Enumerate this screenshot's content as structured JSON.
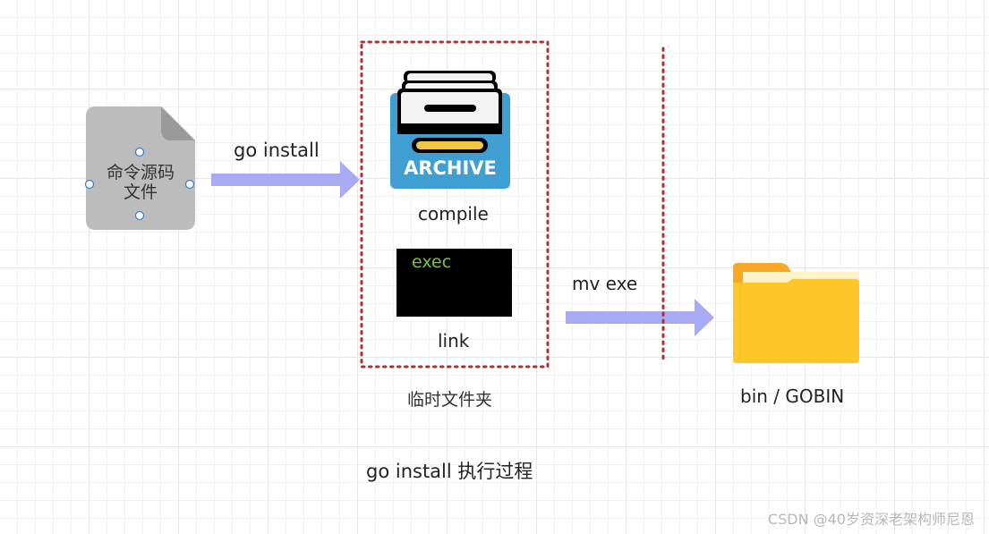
{
  "diagram": {
    "source_file": {
      "line1": "命令源码",
      "line2": "文件"
    },
    "arrow1_label": "go install",
    "archive_text": "ARCHIVE",
    "compile_label": "compile",
    "exec_text": "exec",
    "link_label": "link",
    "temp_folder_label": "临时文件夹",
    "arrow2_label": "mv exe",
    "target_label": "bin / GOBIN",
    "caption": "go install 执行过程"
  },
  "watermark": "CSDN @40岁资深老架构师尼恩",
  "colors": {
    "arrow": "#a6abf4",
    "doc_fill": "#bcbcbc",
    "doc_fold": "#9a9a9a",
    "dotted_border": "#b03030",
    "archive_blue": "#3f9fd2",
    "archive_slot": "#f2c744",
    "terminal_bg": "#000000",
    "terminal_text": "#7cc242",
    "folder_front": "#ffc629",
    "folder_back": "#f9a825",
    "folder_paper": "#fff3c8"
  }
}
